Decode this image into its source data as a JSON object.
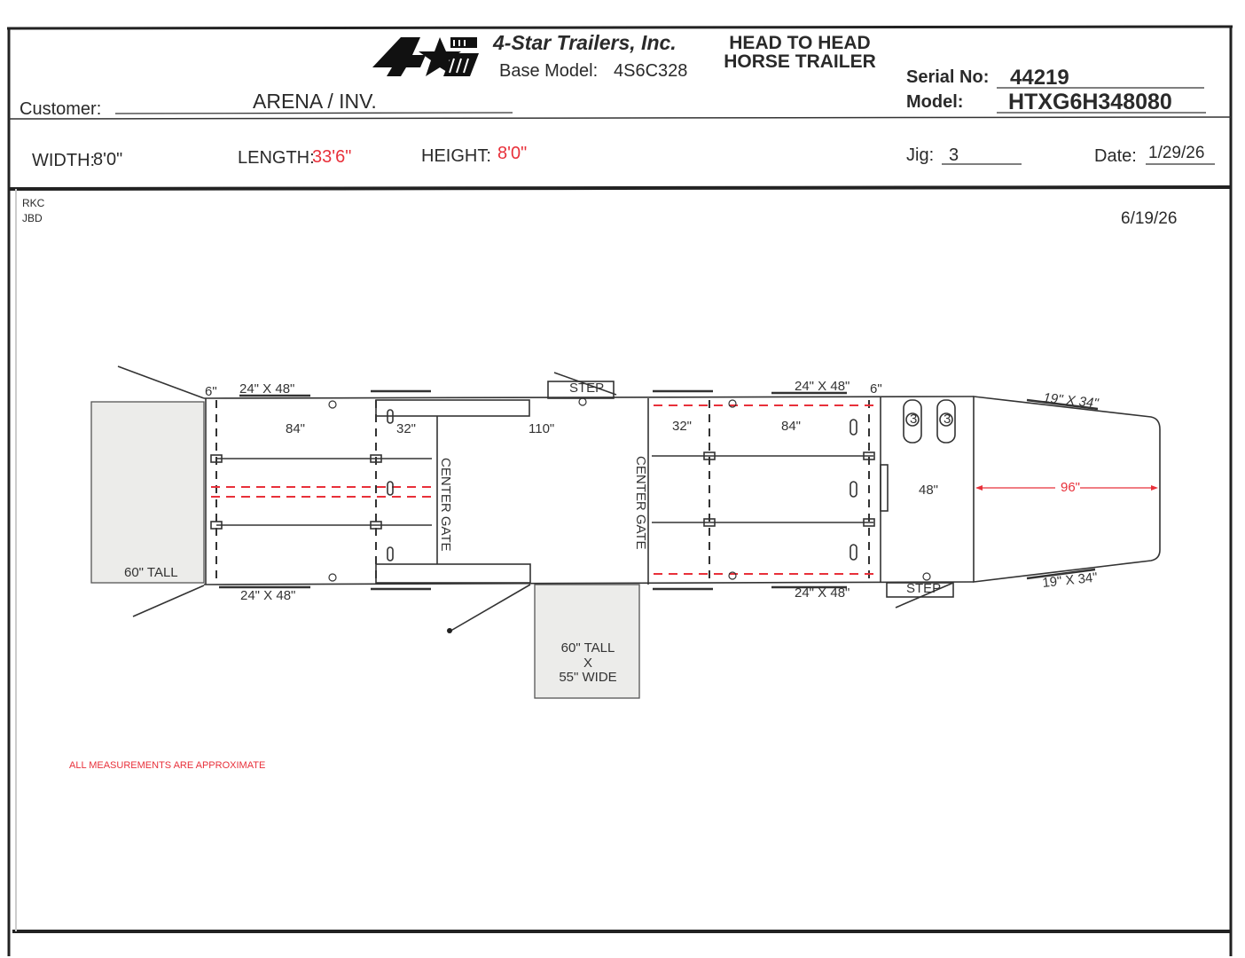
{
  "company": {
    "name": "4-Star Trailers, Inc.",
    "base_model_label": "Base Model:",
    "base_model": "4S6C328",
    "logo_text": "4 STAR"
  },
  "title": {
    "line1": "HEAD TO HEAD",
    "line2": "HORSE TRAILER"
  },
  "customer": {
    "label": "Customer:",
    "value": "ARENA / INV."
  },
  "serial": {
    "label": "Serial No:",
    "value": "44219"
  },
  "model": {
    "label": "Model:",
    "value": "HTXG6H348080"
  },
  "specs": {
    "width_label": "WIDTH:",
    "width": "8'0\"",
    "length_label": "LENGTH:",
    "length": "33'6\"",
    "height_label": "HEIGHT:",
    "height": "8'0\"",
    "jig_label": "Jig:",
    "jig": "3",
    "date_label": "Date:",
    "date": "1/29/26"
  },
  "initials": [
    "RKC",
    "JBD"
  ],
  "revision_date": "6/19/26",
  "diagram": {
    "rear_door": "60\" TALL",
    "side_door": [
      "60\" TALL",
      "X",
      "55\" WIDE"
    ],
    "window": "24\" X 48\"",
    "nose_window": "19\" X 34\"",
    "six": "6\"",
    "stall_84": "84\"",
    "stall_32": "32\"",
    "mid_110": "110\"",
    "center_gate": "CENTER GATE",
    "step": "STEP",
    "tack_48": "48\"",
    "nose_96": "96\"",
    "hook_3": "3"
  },
  "note": "ALL MEASUREMENTS ARE APPROXIMATE",
  "colors": {
    "accent_red": "#e8303a",
    "ink": "#222222",
    "door_fill": "#ececea"
  }
}
